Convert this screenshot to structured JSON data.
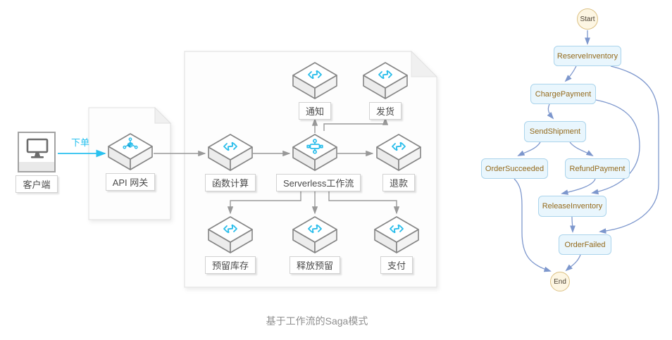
{
  "title": "基于工作流的Saga模式",
  "colors": {
    "accent_cyan": "#29c1ef",
    "connector_gray": "#999999",
    "hexagon_border": "#858585",
    "flow_edge_blue": "#7d97cd",
    "flow_box_fill": "#e9f6fd",
    "flow_box_border": "#abd4ec",
    "flow_text_brown": "#946a1c",
    "terminal_fill": "#fdf6e3",
    "terminal_border": "#dcc184"
  },
  "icons": {
    "client": "monitor-icon",
    "api_gateway": "api-hub-icon",
    "services": "function-compute-icon",
    "workflow": "workflow-icon"
  },
  "architecture": {
    "client_label": "客户端",
    "order_action_label": "下单",
    "api_gateway_label": "API 网关",
    "function_compute_label": "函数计算",
    "workflow_label": "Serverless工作流",
    "notify_label": "通知",
    "ship_label": "发货",
    "refund_label": "退款",
    "reserve_inventory_label": "预留库存",
    "release_reservation_label": "释放预留",
    "pay_label": "支付"
  },
  "flowchart": {
    "start_label": "Start",
    "end_label": "End",
    "reserve_inventory": "ReserveInventory",
    "charge_payment": "ChargePayment",
    "send_shipment": "SendShipment",
    "order_succeeded": "OrderSucceeded",
    "refund_payment": "RefundPayment",
    "release_inventory": "ReleaseInventory",
    "order_failed": "OrderFailed"
  }
}
